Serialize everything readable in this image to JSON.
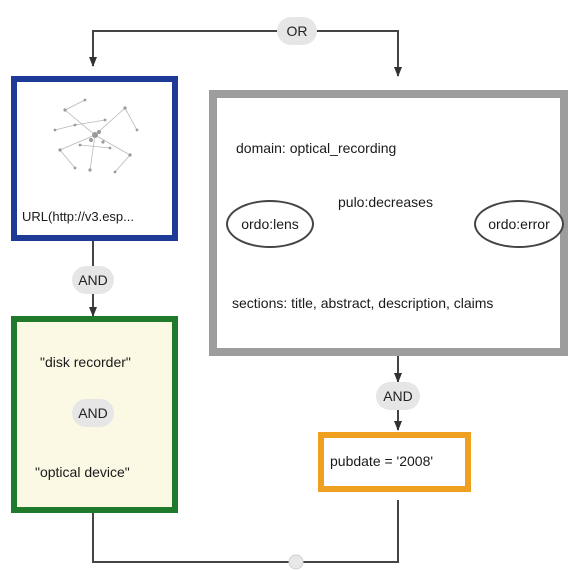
{
  "operators": {
    "or": "OR",
    "and_left": "AND",
    "and_inner": "AND",
    "and_right": "AND"
  },
  "url_box": {
    "caption": "URL(http://v3.esp...",
    "border_color": "#1c3a96",
    "thumbnail_icon": "network-graph-thumbnail"
  },
  "keywords_box": {
    "term_1": "\"disk recorder\"",
    "term_2": "\"optical device\"",
    "border_color": "#1f7a2c",
    "fill_color": "#fbf8e4"
  },
  "semantic_box": {
    "domain": "domain: optical_recording",
    "subject": "ordo:lens",
    "relation": "pulo:decreases",
    "object": "ordo:error",
    "sections": "sections: title, abstract, description, claims",
    "border_color": "#9d9d9d"
  },
  "pubdate_box": {
    "text": "pubdate = '2008'",
    "border_color": "#f0a020"
  }
}
